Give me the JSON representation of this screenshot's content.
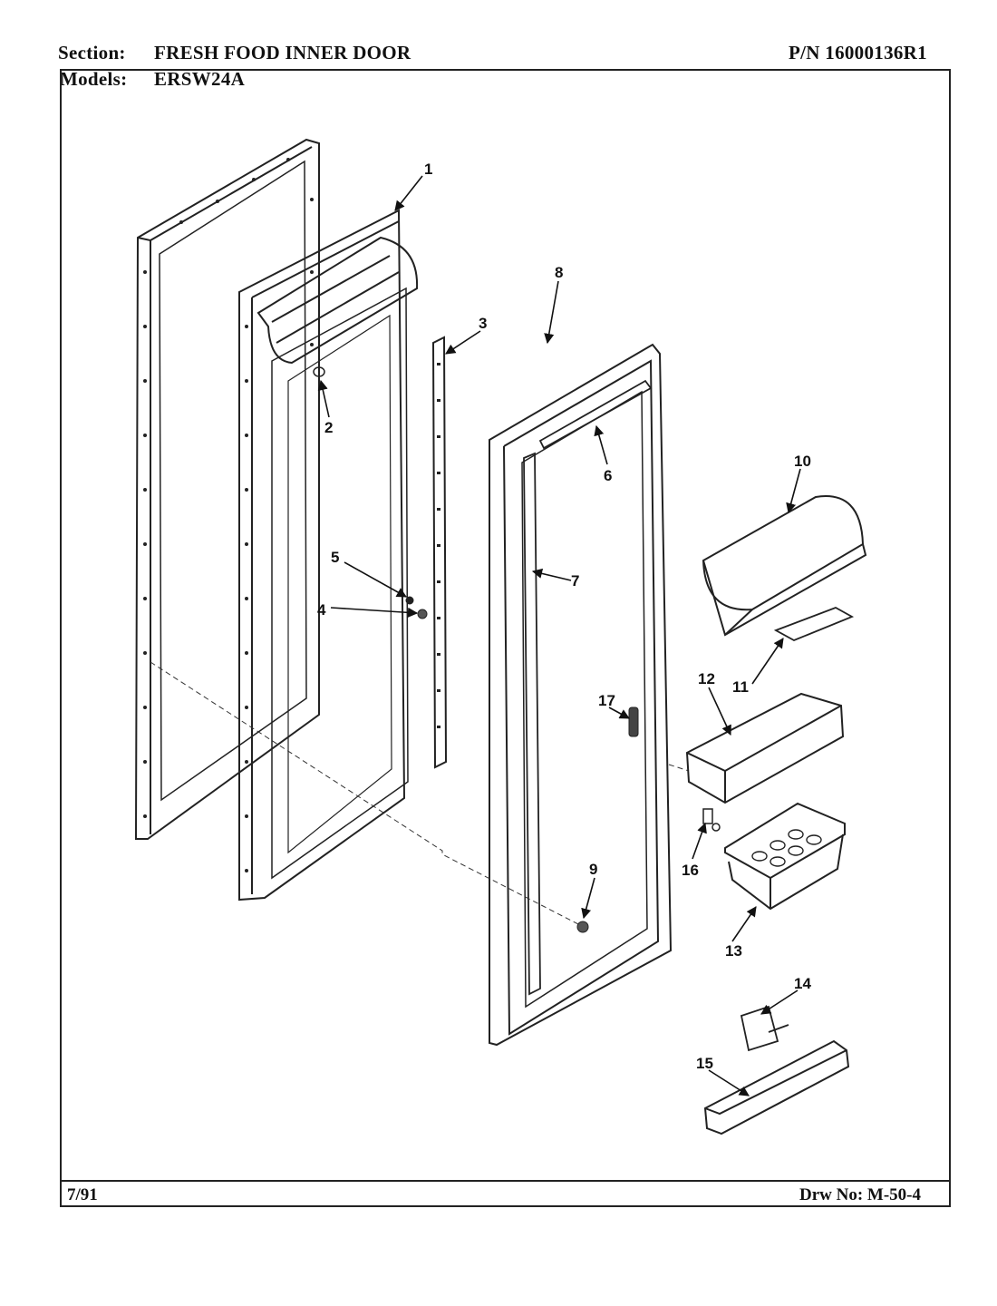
{
  "header": {
    "section_label": "Section:",
    "section_value": "FRESH FOOD INNER DOOR",
    "pn": "P/N 16000136R1",
    "models_label": "Models:",
    "models_value": "ERSW24A"
  },
  "footer": {
    "date": "7/91",
    "drawing_no": "Drw No: M-50-4"
  },
  "callouts": [
    "1",
    "2",
    "3",
    "4",
    "5",
    "6",
    "7",
    "8",
    "9",
    "10",
    "11",
    "12",
    "13",
    "14",
    "15",
    "16",
    "17"
  ]
}
